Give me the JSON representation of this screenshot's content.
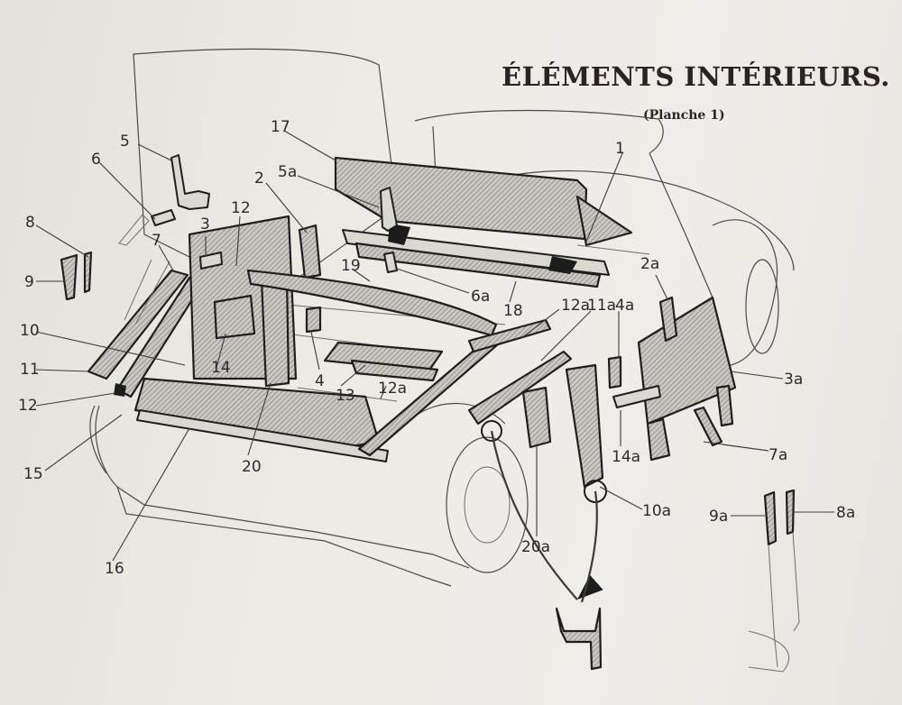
{
  "title": "ÉLÉMENTS INTÉRIEURS.",
  "subtitle": "(Planche 1)",
  "colors": {
    "paper": "#e9e8e1",
    "ink": "#1e1e1e",
    "text": "#2a2523"
  },
  "callouts": [
    {
      "id": "1",
      "text": "1"
    },
    {
      "id": "2",
      "text": "2"
    },
    {
      "id": "2a",
      "text": "2a"
    },
    {
      "id": "3",
      "text": "3"
    },
    {
      "id": "3a",
      "text": "3a"
    },
    {
      "id": "4",
      "text": "4"
    },
    {
      "id": "4a",
      "text": "4a"
    },
    {
      "id": "5",
      "text": "5"
    },
    {
      "id": "5a",
      "text": "5a"
    },
    {
      "id": "6",
      "text": "6"
    },
    {
      "id": "6a",
      "text": "6a"
    },
    {
      "id": "7",
      "text": "7"
    },
    {
      "id": "7a",
      "text": "7a"
    },
    {
      "id": "8",
      "text": "8"
    },
    {
      "id": "8a",
      "text": "8a"
    },
    {
      "id": "9",
      "text": "9"
    },
    {
      "id": "9a",
      "text": "9a"
    },
    {
      "id": "10",
      "text": "10"
    },
    {
      "id": "10a",
      "text": "10a"
    },
    {
      "id": "11",
      "text": "11"
    },
    {
      "id": "11a",
      "text": "11a"
    },
    {
      "id": "12",
      "text": "12"
    },
    {
      "id": "12b",
      "text": "12"
    },
    {
      "id": "12a",
      "text": "12a"
    },
    {
      "id": "12a2",
      "text": "12a"
    },
    {
      "id": "13",
      "text": "13"
    },
    {
      "id": "14",
      "text": "14"
    },
    {
      "id": "14a",
      "text": "14a"
    },
    {
      "id": "15",
      "text": "15"
    },
    {
      "id": "16",
      "text": "16"
    },
    {
      "id": "17",
      "text": "17"
    },
    {
      "id": "18",
      "text": "18"
    },
    {
      "id": "19",
      "text": "19"
    },
    {
      "id": "20",
      "text": "20"
    },
    {
      "id": "20a",
      "text": "20a"
    }
  ]
}
